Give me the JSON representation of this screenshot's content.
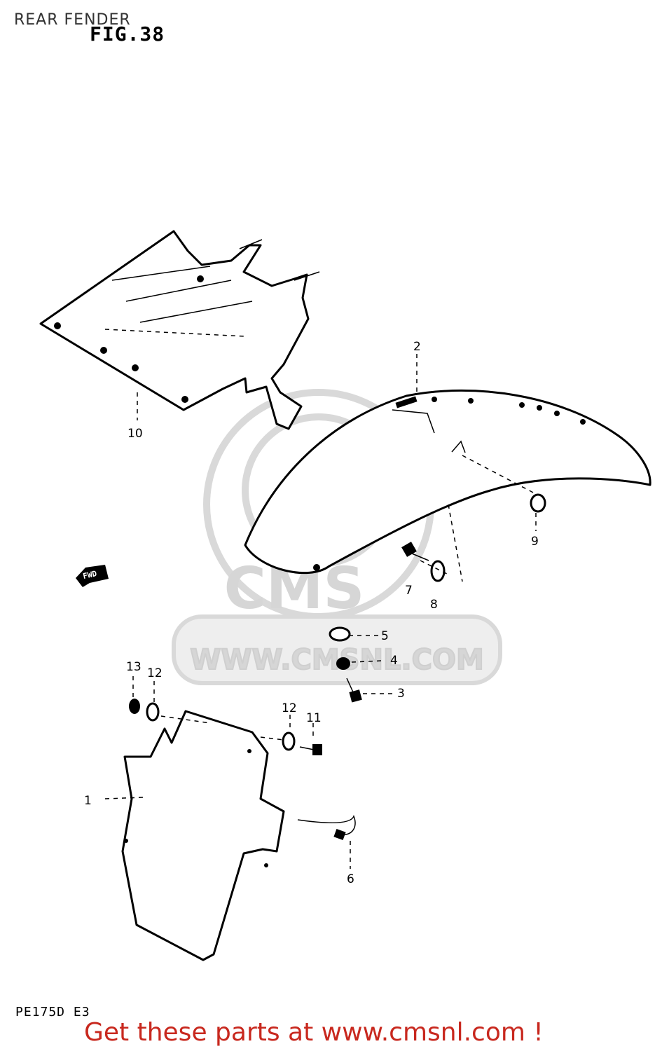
{
  "header": {
    "title": "REAR FENDER",
    "figure": "FIG.38"
  },
  "watermark": {
    "brand": "CMS",
    "url": "WWW.CMSNL.COM"
  },
  "callouts": [
    {
      "id": "1",
      "label": "1"
    },
    {
      "id": "2",
      "label": "2"
    },
    {
      "id": "3",
      "label": "3"
    },
    {
      "id": "4",
      "label": "4"
    },
    {
      "id": "5",
      "label": "5"
    },
    {
      "id": "6",
      "label": "6"
    },
    {
      "id": "7",
      "label": "7"
    },
    {
      "id": "8",
      "label": "8"
    },
    {
      "id": "9",
      "label": "9"
    },
    {
      "id": "10",
      "label": "10"
    },
    {
      "id": "11",
      "label": "11"
    },
    {
      "id": "12a",
      "label": "12"
    },
    {
      "id": "12b",
      "label": "12"
    },
    {
      "id": "13",
      "label": "13"
    }
  ],
  "direction_arrow": "FWD",
  "model_code": "PE175D E3",
  "footer": {
    "link_text": "Get these parts at www.cmsnl.com !",
    "link_color": "#c8281e"
  }
}
